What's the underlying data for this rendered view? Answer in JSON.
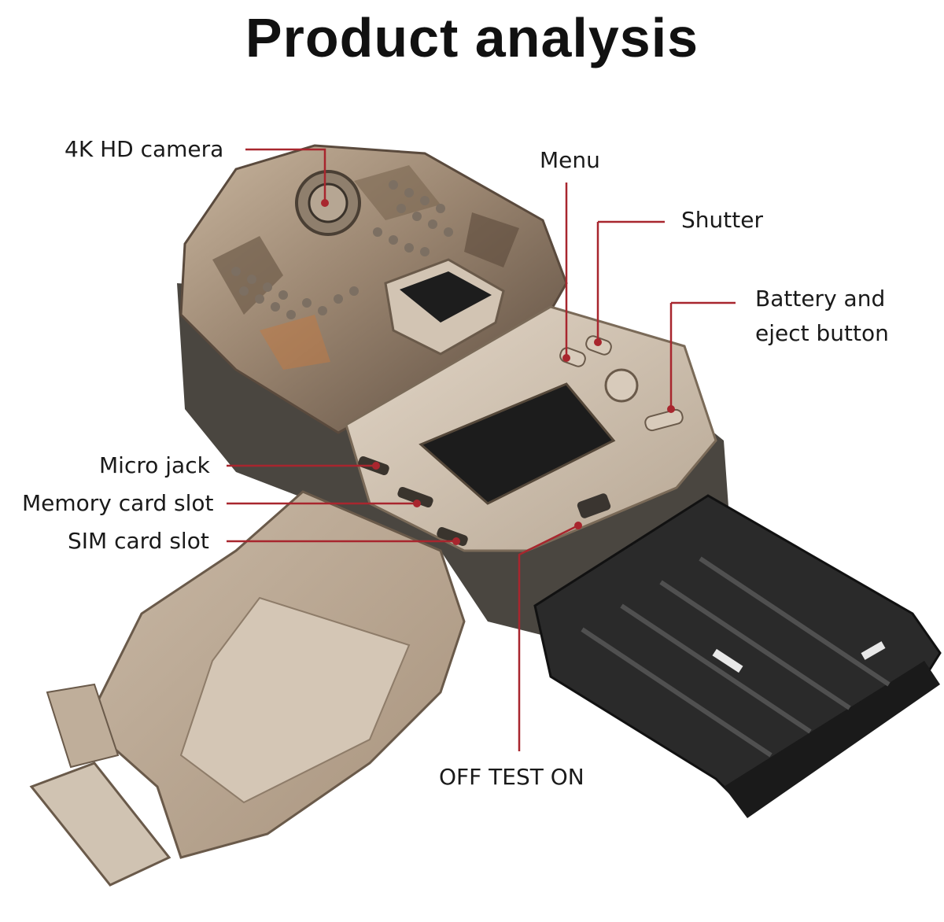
{
  "title": "Product analysis",
  "labels": {
    "camera": "4K HD camera",
    "menu": "Menu",
    "shutter": "Shutter",
    "battery_line1": "Battery and",
    "battery_line2": "eject button",
    "micro_jack": "Micro jack",
    "memory_card": "Memory card slot",
    "sim_card": "SIM card slot",
    "switch": "OFF TEST ON"
  },
  "colors": {
    "leader_line": "#a8262e",
    "camo_light": "#b9a58e",
    "camo_dark": "#6b5a48",
    "panel": "#cdbfae",
    "screen": "#1c1c1c",
    "battery_tray": "#2a2a2a"
  }
}
